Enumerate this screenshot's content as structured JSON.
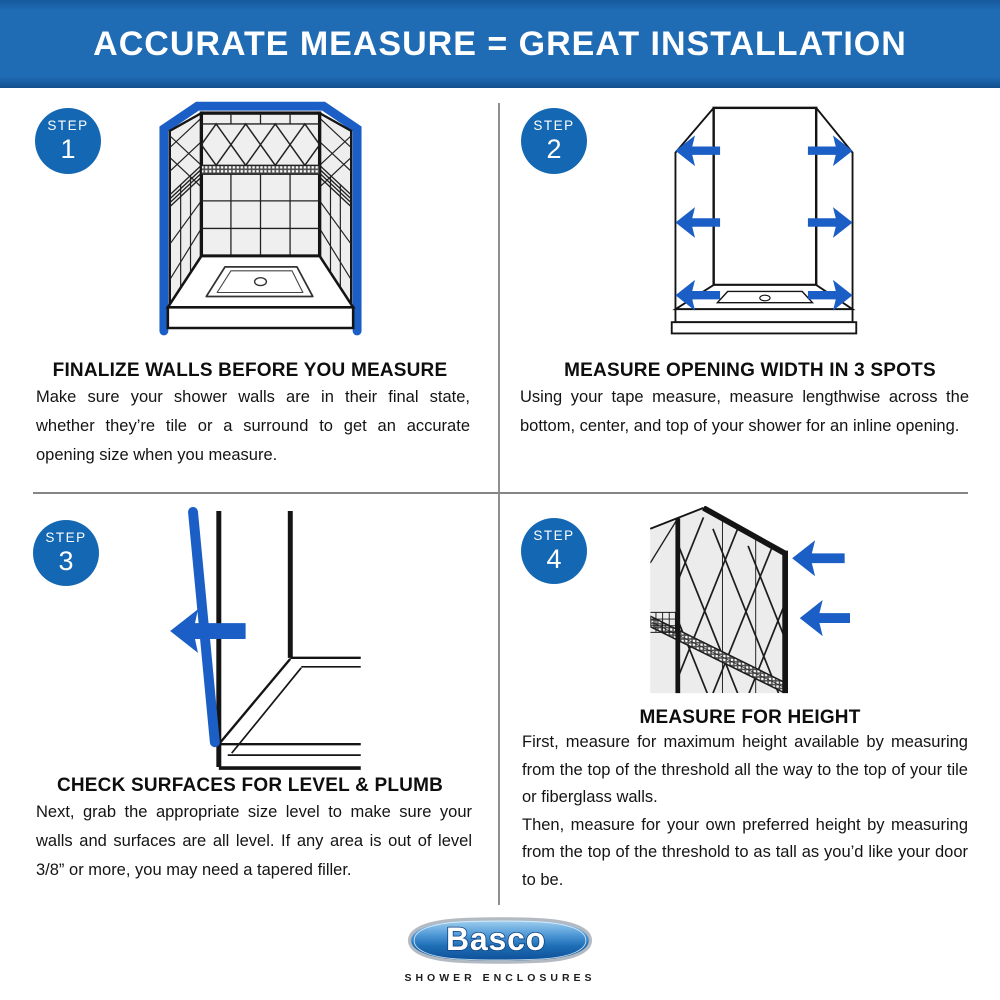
{
  "header": {
    "title": "ACCURATE MEASURE = GREAT INSTALLATION"
  },
  "steps": [
    {
      "badge_label": "STEP",
      "badge_number": "1",
      "heading": "FINALIZE WALLS BEFORE YOU MEASURE",
      "body": "Make sure your shower walls are in their final state, whether they’re tile or a surround to get an accurate opening size when you measure."
    },
    {
      "badge_label": "STEP",
      "badge_number": "2",
      "heading": "MEASURE OPENING WIDTH IN 3 SPOTS",
      "body": "Using your tape measure, measure lengthwise across the bottom, center, and top of your shower for an inline opening."
    },
    {
      "badge_label": "STEP",
      "badge_number": "3",
      "heading": "CHECK SURFACES FOR LEVEL & PLUMB",
      "body": "Next, grab the appropriate size level to make sure your walls and surfaces are all level. If any area is out of level 3/8” or more, you may need a tapered filler."
    },
    {
      "badge_label": "STEP",
      "badge_number": "4",
      "heading": "MEASURE FOR HEIGHT",
      "body": "First, measure for maximum height available by measuring from the top of the threshold all the way to the top of your tile or fiberglass walls.",
      "body2": "Then, measure for your own preferred height by measuring from the top of the threshold to as tall as you’d like your door to be."
    }
  ],
  "footer": {
    "brand": "Basco",
    "registered_mark": "®",
    "tagline": "SHOWER ENCLOSURES"
  },
  "colors": {
    "banner_blue": "#1f6bb4",
    "badge_blue": "#1467b2",
    "arrow_blue": "#1b5ec6",
    "tile_gray": "#ececec",
    "line_black": "#141414",
    "divider_gray": "#868686",
    "logo_gradient_top": "#a8d5f2",
    "logo_gradient_bottom": "#0b4c94"
  }
}
